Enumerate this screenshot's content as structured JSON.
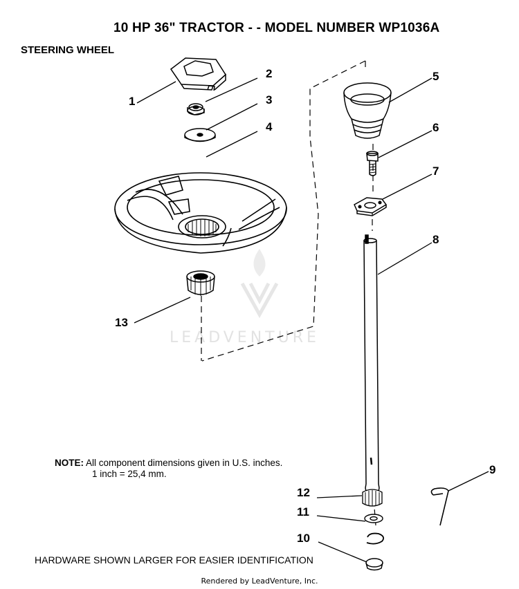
{
  "header": {
    "title": "10 HP 36\" TRACTOR  - - MODEL NUMBER  WP1036A",
    "section": "STEERING WHEEL"
  },
  "note": {
    "label": "NOTE:",
    "line1": "All component dimensions given in U.S. inches.",
    "line2": "1 inch  =  25,4 mm."
  },
  "hardware_note": "HARDWARE SHOWN LARGER FOR EASIER IDENTIFICATION",
  "footer": "Rendered by LeadVenture, Inc.",
  "watermark": "LEADVENTURE",
  "callouts": [
    "1",
    "2",
    "3",
    "4",
    "5",
    "6",
    "7",
    "8",
    "9",
    "10",
    "11",
    "12",
    "13"
  ]
}
